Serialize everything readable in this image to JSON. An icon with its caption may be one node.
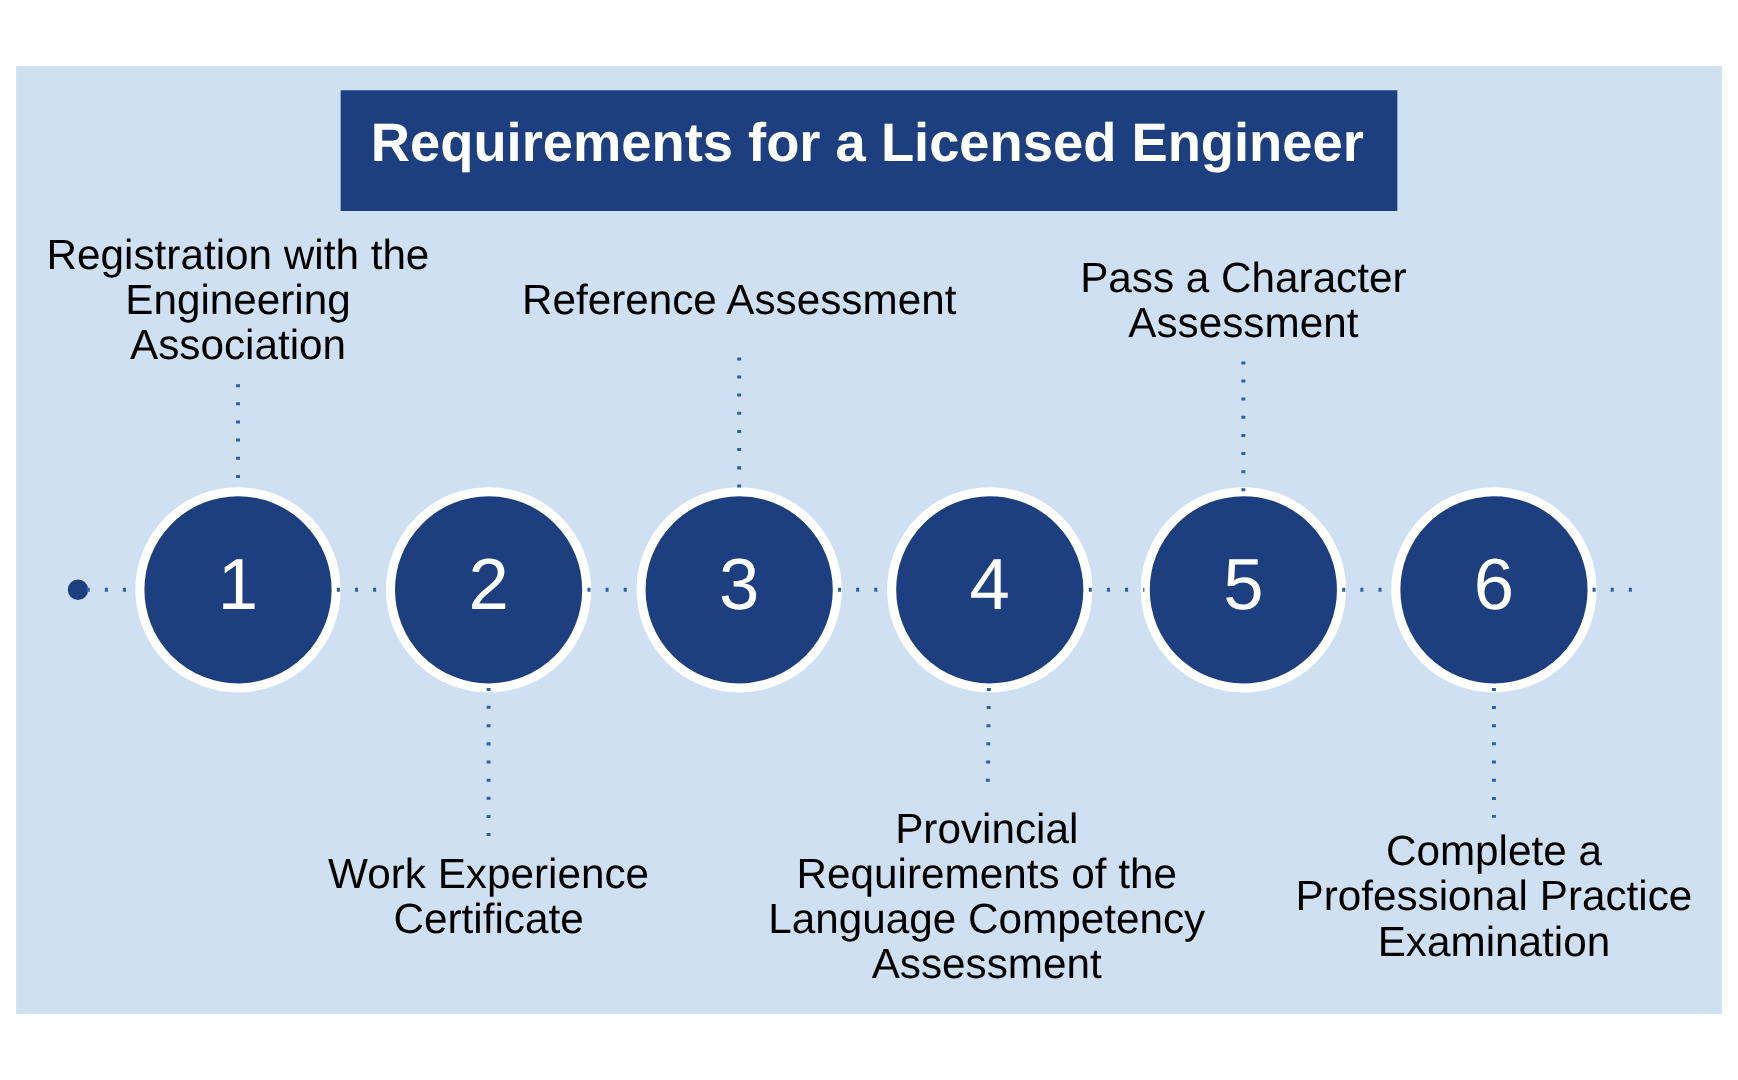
{
  "diagram": {
    "title": "Requirements for a Licensed Engineer",
    "nodes": [
      {
        "text": [],
        "shape": "circle"
      },
      {
        "text": [
          "1"
        ]
      },
      {
        "text": [
          "2"
        ]
      },
      {
        "text": [
          "3"
        ]
      },
      {
        "text": [
          "4"
        ]
      },
      {
        "text": [
          "5"
        ]
      },
      {
        "text": [
          "6"
        ]
      },
      {
        "text": [
          "Registration with the Engineering Association"
        ]
      },
      {
        "text": [
          "Work Experience Certificate"
        ]
      },
      {
        "text": [
          "Reference Assessment"
        ]
      },
      {
        "text": [
          "Provincial Requirements of the Language Competency Assessment"
        ]
      },
      {
        "text": [
          "Pass a Character Assessment"
        ]
      },
      {
        "text": [
          "Complete a Professional Practice Examination"
        ]
      }
    ],
    "edges": [
      {
        "from": 0,
        "to": 1,
        "arrow": "none",
        "style": "dashed"
      },
      {
        "from": 1,
        "to": 2,
        "arrow": "none",
        "style": "dashed"
      },
      {
        "from": 2,
        "to": 3,
        "arrow": "none",
        "style": "dashed"
      },
      {
        "from": 3,
        "to": 4,
        "arrow": "none",
        "style": "dashed"
      },
      {
        "from": 4,
        "to": 5,
        "arrow": "none",
        "style": "dashed"
      },
      {
        "from": 5,
        "to": 6,
        "arrow": "none",
        "style": "dashed"
      },
      {
        "from": 6,
        "to": null,
        "arrow": "none",
        "style": "dashed"
      },
      {
        "from": 7,
        "to": 1,
        "arrow": "none",
        "style": "dashed"
      },
      {
        "from": 2,
        "to": 8,
        "arrow": "none",
        "style": "dashed"
      },
      {
        "from": 9,
        "to": 3,
        "arrow": "none",
        "style": "dashed"
      },
      {
        "from": 4,
        "to": 10,
        "arrow": "none",
        "style": "dashed"
      },
      {
        "from": 11,
        "to": 5,
        "arrow": "none",
        "style": "dashed"
      },
      {
        "from": 6,
        "to": 12,
        "arrow": "none",
        "style": "dashed"
      }
    ]
  }
}
